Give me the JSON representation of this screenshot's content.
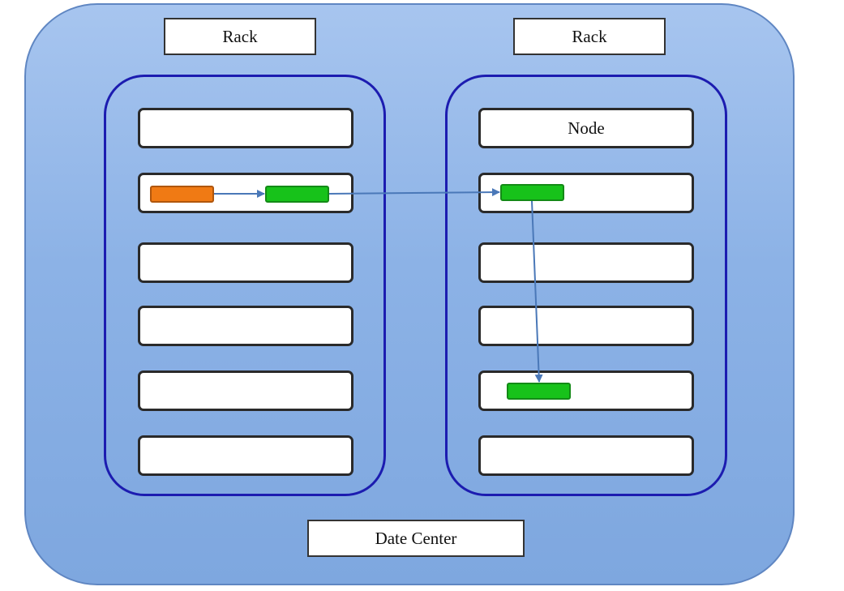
{
  "datacenter": {
    "label": "Date Center"
  },
  "racks": [
    {
      "label": "Rack",
      "nodes": [
        "",
        "",
        "",
        "",
        "",
        ""
      ]
    },
    {
      "label": "Rack",
      "nodes": [
        "Node",
        "",
        "",
        "",
        "",
        ""
      ]
    }
  ],
  "colors": {
    "datacenter_fill": "#8cb2e6",
    "rack_border": "#1c1cb0",
    "replica_primary": "#f07a14",
    "replica_copy": "#17c21a",
    "arrow": "#4a78b8"
  }
}
